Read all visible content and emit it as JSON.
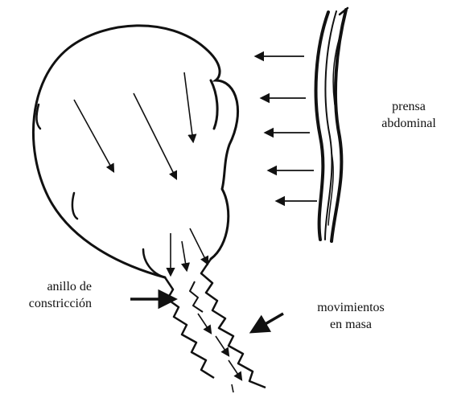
{
  "labels": {
    "prensa_line1": "prensa",
    "prensa_line2": "abdominal",
    "anillo_line1": "anillo de",
    "anillo_line2": "constricción",
    "movimientos_line1": "movimientos",
    "movimientos_line2": "en masa"
  },
  "colors": {
    "ink": "#111111",
    "background": "#ffffff"
  }
}
